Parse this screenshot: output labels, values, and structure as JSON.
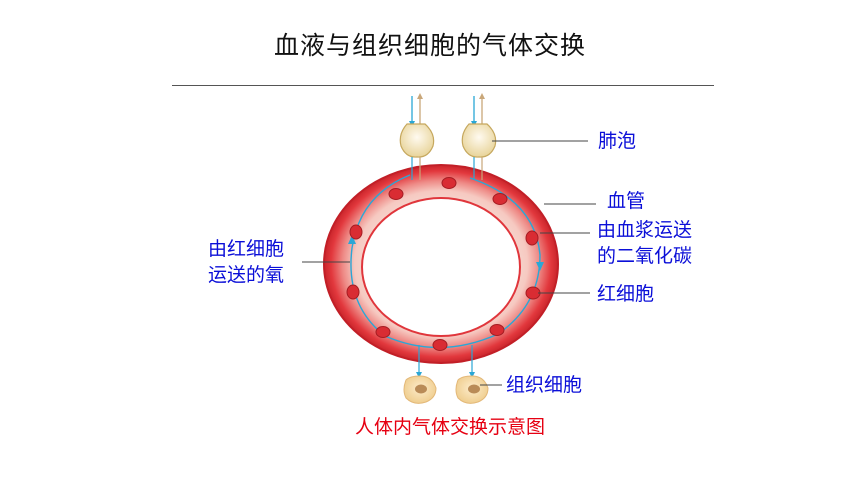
{
  "title": "血液与组织细胞的气体交换",
  "labels": {
    "alveolus": "肺泡",
    "vessel": "血管",
    "plasma_co2_line1": "由血浆运送",
    "plasma_co2_line2": "的二氧化碳",
    "rbc_o2_line1": "由红细胞",
    "rbc_o2_line2": "运送的氧",
    "red_blood_cell": "红细胞",
    "tissue_cell": "组织细胞"
  },
  "caption": "人体内气体交换示意图",
  "colors": {
    "label_blue": "#0b0fd8",
    "caption_red": "#e60012",
    "vessel_red": "#e0363c",
    "vessel_pink": "#f8d2cc",
    "flow_blue": "#2aa7d6",
    "alveolus_fill": "#f5ecc8",
    "tissue_fill": "#f4dcae"
  }
}
